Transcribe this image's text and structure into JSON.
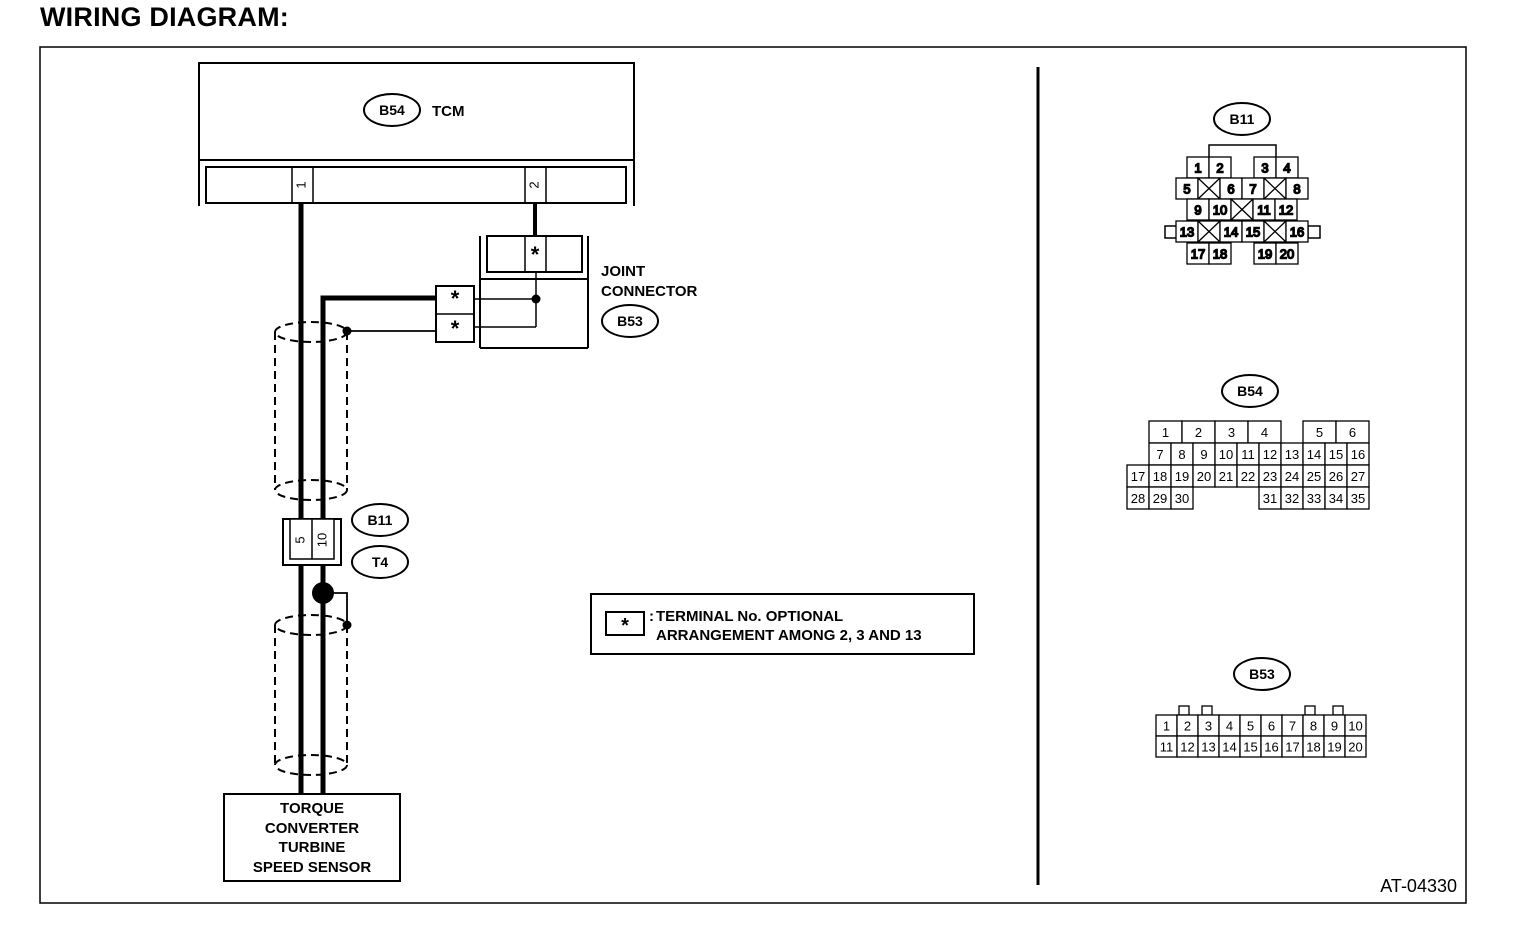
{
  "heading": "WIRING DIAGRAM:",
  "tcm": {
    "connector": "B54",
    "label": "TCM",
    "pin1": "1",
    "pin2": "2"
  },
  "joint": {
    "label_line1": "JOINT",
    "label_line2": "CONNECTOR",
    "connector": "B53",
    "terminal_mark": "*"
  },
  "inline": {
    "connector": "B11",
    "connector2": "T4",
    "pin_a": "5",
    "pin_b": "10"
  },
  "sensor": {
    "lines": [
      "TORQUE",
      "CONVERTER",
      "TURBINE",
      "SPEED SENSOR"
    ]
  },
  "legend": {
    "mark": "*",
    "line1": "TERMINAL No. OPTIONAL",
    "line2": "ARRANGEMENT AMONG 2, 3  AND 13"
  },
  "views": {
    "b11": {
      "title": "B11",
      "rows": [
        [
          "1",
          "2",
          "",
          "3",
          "4"
        ],
        [
          "5",
          "6",
          "7",
          "8"
        ],
        [
          "9",
          "10",
          "11",
          "12"
        ],
        [
          "13",
          "14",
          "15",
          "16"
        ],
        [
          "17",
          "18",
          "19",
          "20"
        ]
      ]
    },
    "b54": {
      "title": "B54",
      "rows": [
        [
          "1",
          "2",
          "3",
          "4",
          "5",
          "6"
        ],
        [
          "7",
          "8",
          "9",
          "10",
          "11",
          "12",
          "13",
          "14",
          "15",
          "16"
        ],
        [
          "17",
          "18",
          "19",
          "20",
          "21",
          "22",
          "23",
          "24",
          "25",
          "26",
          "27"
        ],
        [
          "28",
          "29",
          "30",
          "31",
          "32",
          "33",
          "34",
          "35"
        ]
      ]
    },
    "b53": {
      "title": "B53",
      "rows": [
        [
          "1",
          "2",
          "3",
          "4",
          "5",
          "6",
          "7",
          "8",
          "9",
          "10"
        ],
        [
          "11",
          "12",
          "13",
          "14",
          "15",
          "16",
          "17",
          "18",
          "19",
          "20"
        ]
      ]
    }
  },
  "figure_code": "AT-04330"
}
